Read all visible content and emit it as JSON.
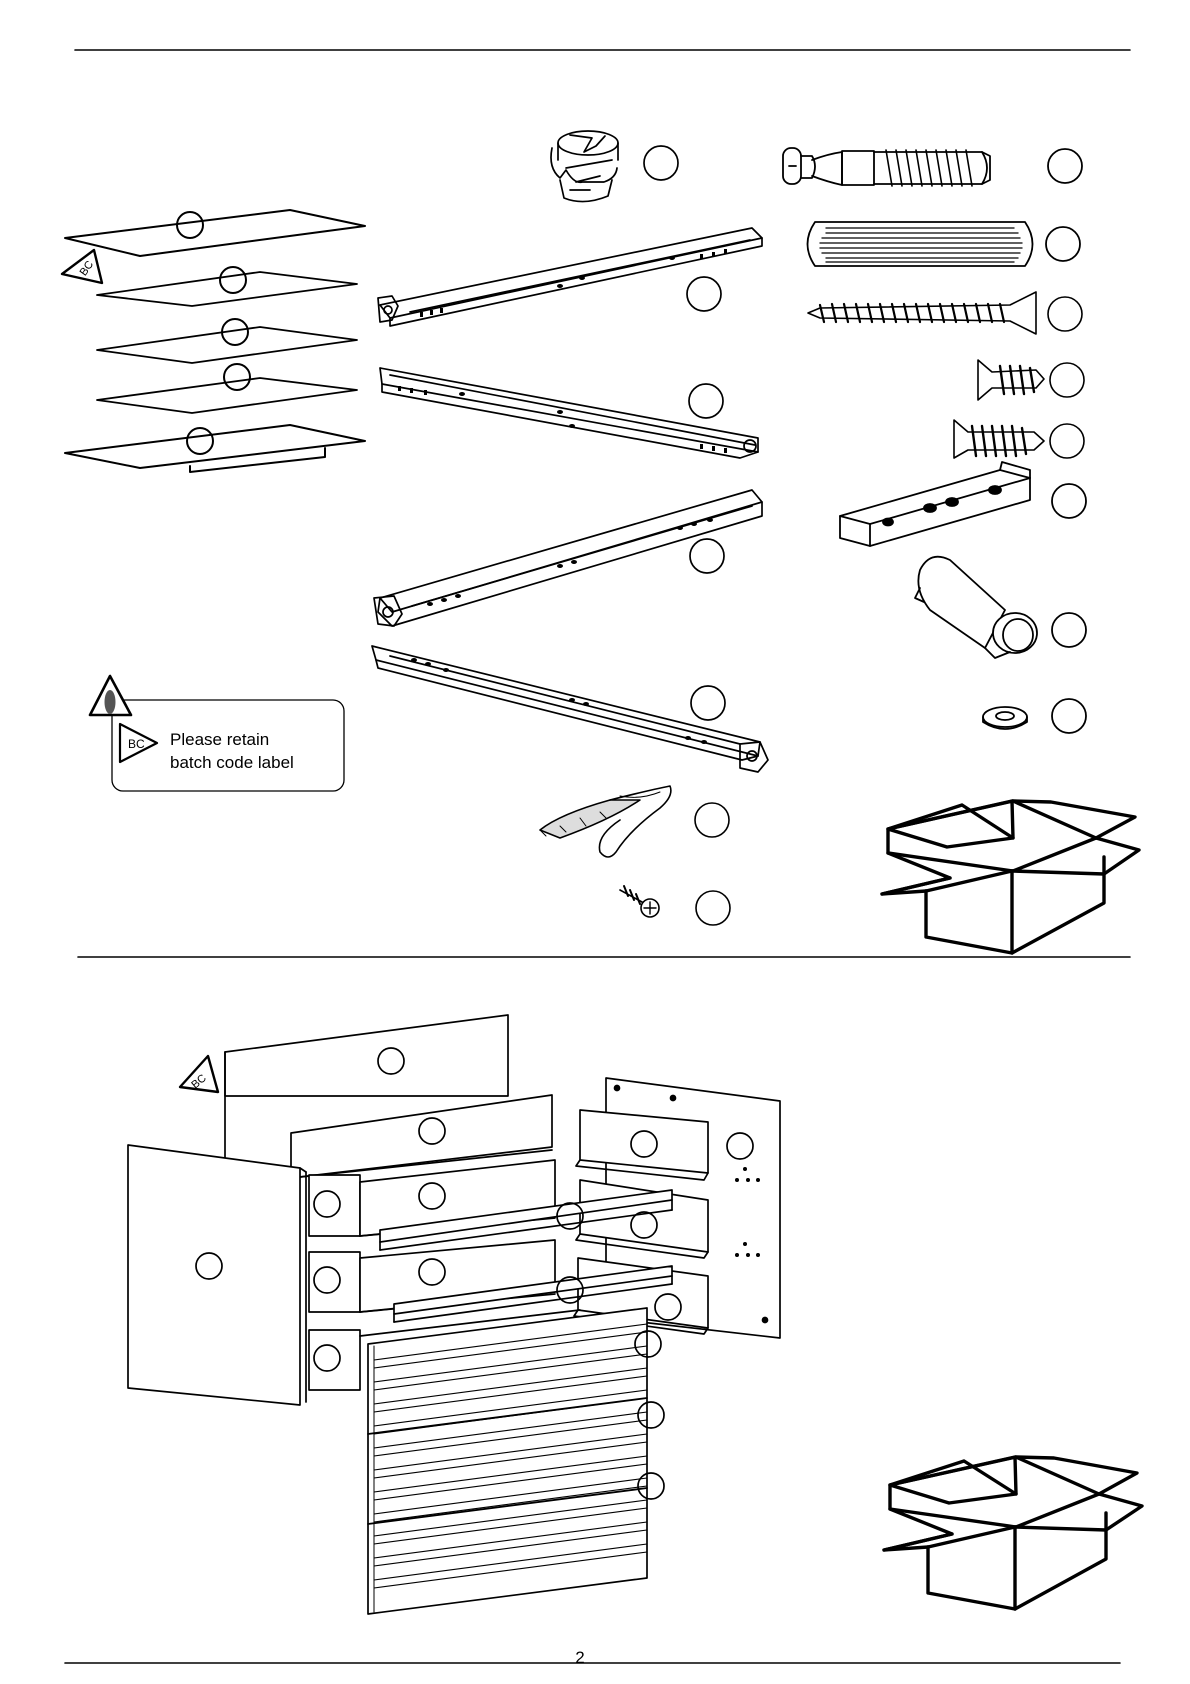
{
  "notice": {
    "line1": "Please retain",
    "line2": "batch code label",
    "badge": "BC"
  },
  "bc_tag": "BC",
  "page_number": "2",
  "icons": [
    "warning-icon",
    "batch-code-icon",
    "open-box-icon"
  ]
}
